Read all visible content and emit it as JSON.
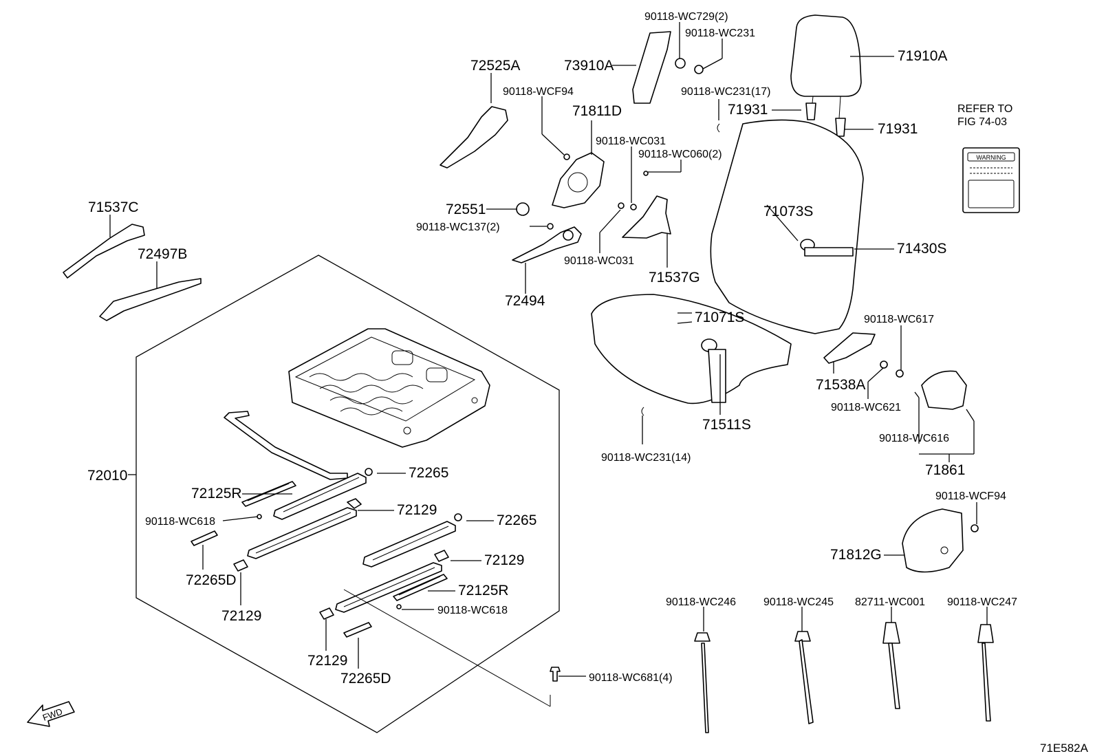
{
  "labels": {
    "l_72525A": "72525A",
    "l_90118_WCF94_a": "90118-WCF94",
    "l_73910A": "73910A",
    "l_90118_WC729": "90118-WC729(2)",
    "l_90118_WC231": "90118-WC231",
    "l_71910A": "71910A",
    "l_90118_WC231_17": "90118-WC231(17)",
    "l_71931_a": "71931",
    "l_71931_b": "71931",
    "l_71811D": "71811D",
    "l_90118_WC031_a": "90118-WC031",
    "l_90118_WC060": "90118-WC060(2)",
    "l_refer": "REFER TO",
    "l_fig": "FIG 74-03",
    "l_71537C": "71537C",
    "l_72551": "72551",
    "l_90118_WC137": "90118-WC137(2)",
    "l_72497B": "72497B",
    "l_71073S": "71073S",
    "l_71430S": "71430S",
    "l_90118_WC031_b": "90118-WC031",
    "l_72494": "72494",
    "l_71537G": "71537G",
    "l_71071S": "71071S",
    "l_90118_WC617": "90118-WC617",
    "l_71538A": "71538A",
    "l_90118_WC621": "90118-WC621",
    "l_71511S": "71511S",
    "l_90118_WC616": "90118-WC616",
    "l_90118_WC231_14": "90118-WC231(14)",
    "l_71861": "71861",
    "l_72010": "72010",
    "l_72265_a": "72265",
    "l_72125R_a": "72125R",
    "l_72129_a": "72129",
    "l_90118_WC618_a": "90118-WC618",
    "l_72265_b": "72265",
    "l_90118_WCF94_b": "90118-WCF94",
    "l_71812G": "71812G",
    "l_72129_b": "72129",
    "l_72265D_a": "72265D",
    "l_72125R_b": "72125R",
    "l_72129_c": "72129",
    "l_90118_WC618_b": "90118-WC618",
    "l_90118_WC246": "90118-WC246",
    "l_90118_WC245": "90118-WC245",
    "l_82711_WC001": "82711-WC001",
    "l_90118_WC247": "90118-WC247",
    "l_72129_d": "72129",
    "l_72265D_b": "72265D",
    "l_90118_WC681": "90118-WC681(4)",
    "l_fwd": "FWD",
    "l_warning": "WARNING",
    "l_code": "71E582A"
  }
}
